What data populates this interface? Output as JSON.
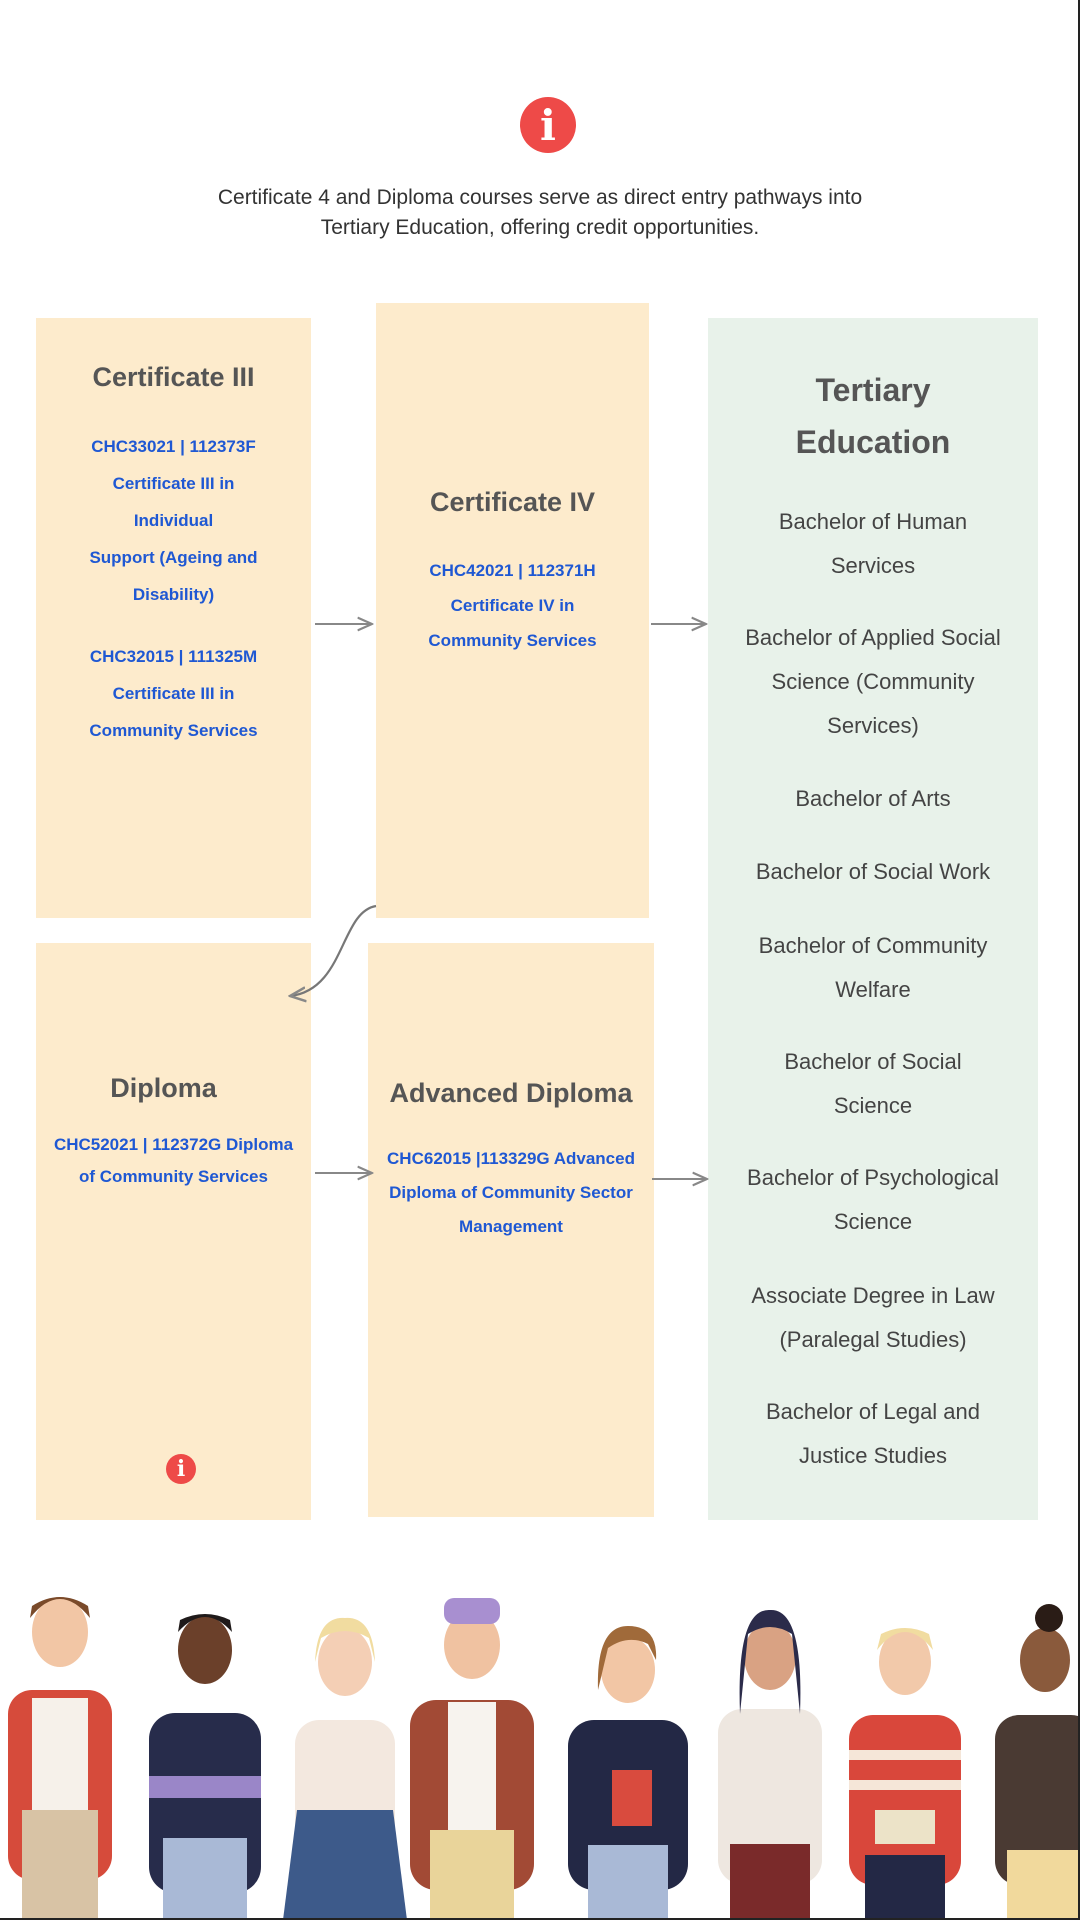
{
  "intro": {
    "line1": "Certificate 4 and Diploma courses serve as direct entry pathways into",
    "line2": "Tertiary Education, offering credit opportunities."
  },
  "certificate_iii": {
    "title": "Certificate III",
    "courses": [
      [
        "CHC33021 | 112373F",
        "Certificate III in",
        "Individual",
        "Support (Ageing and",
        "Disability)"
      ],
      [
        "CHC32015 | 111325M",
        "Certificate III in",
        "Community Services"
      ]
    ]
  },
  "certificate_iv": {
    "title": "Certificate IV",
    "courses": [
      [
        "CHC42021 | 112371H",
        "Certificate IV in",
        "Community Services"
      ]
    ]
  },
  "diploma": {
    "title": "Diploma",
    "courses": [
      [
        "CHC52021 | 112372G Diploma",
        "of Community Services"
      ]
    ]
  },
  "advanced_diploma": {
    "title": "Advanced Diploma",
    "courses": [
      [
        "CHC62015 |113329G Advanced",
        "Diploma of Community Sector",
        "Management"
      ]
    ]
  },
  "tertiary": {
    "title": [
      "Tertiary",
      "Education"
    ],
    "degrees": [
      [
        "Bachelor of Human",
        "Services"
      ],
      [
        "Bachelor of Applied Social",
        "Science (Community",
        "Services)"
      ],
      [
        "Bachelor of Arts"
      ],
      [
        "Bachelor of Social Work"
      ],
      [
        "Bachelor of Community",
        "Welfare"
      ],
      [
        "Bachelor of Social",
        "Science"
      ],
      [
        "Bachelor of Psychological",
        "Science"
      ],
      [
        "Associate Degree in Law",
        "(Paralegal Studies)"
      ],
      [
        "Bachelor of Legal and",
        "Justice Studies"
      ]
    ]
  },
  "icons": {
    "info": "info-icon",
    "people": "people-illustration"
  },
  "colors": {
    "cert_box": "#fdebcc",
    "tertiary_box": "#e8f2ea",
    "course_link": "#1f58d3",
    "info_icon": "#ee4a48"
  }
}
